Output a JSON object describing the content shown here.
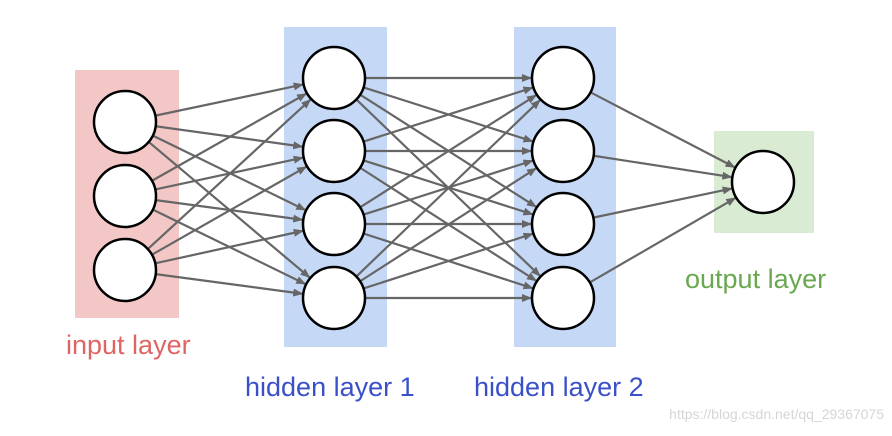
{
  "layers": [
    {
      "id": "input",
      "label": "input layer",
      "nodes": 3,
      "color": "#f4c7c7",
      "label_color": "#e06464"
    },
    {
      "id": "hidden1",
      "label": "hidden layer 1",
      "nodes": 4,
      "color": "#c5d9f7",
      "label_color": "#3a50c8"
    },
    {
      "id": "hidden2",
      "label": "hidden layer 2",
      "nodes": 4,
      "color": "#c5d9f7",
      "label_color": "#3a50c8"
    },
    {
      "id": "output",
      "label": "output layer",
      "nodes": 1,
      "color": "#d9ebd3",
      "label_color": "#6aa84f"
    }
  ],
  "edge_color": "#666666",
  "node_fill": "#ffffff",
  "node_stroke": "#000000",
  "watermark": "https://blog.csdn.net/qq_29367075"
}
